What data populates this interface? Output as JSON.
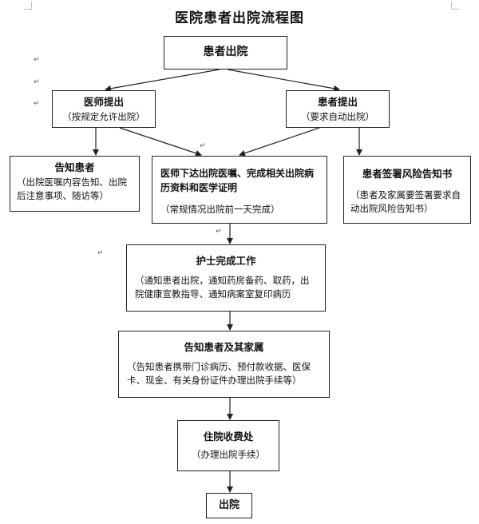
{
  "title": "医院患者出院流程图",
  "nodes": {
    "start": {
      "heading": "患者出院"
    },
    "doctor": {
      "heading": "医师提出",
      "note": "（按规定允许出院）"
    },
    "patient": {
      "heading": "患者提出",
      "note": "（要求自动出院）"
    },
    "inform_patient": {
      "heading": "告知患者",
      "note": "（出院医嘱内容告知、出院后注意事项、随访等）"
    },
    "orders": {
      "heading": "医师下达出院医嘱、完成相关出院病历资料和医学证明",
      "note": "（常规情况出院前一天完成）"
    },
    "risk": {
      "heading": "患者签署风险告知书",
      "note": "（患者及家属要签署要求自动出院风险告知书）"
    },
    "nurse": {
      "heading": "护士完成工作",
      "note": "（通知患者出院，通知药房备药、取药，出院健康宣教指导、通知病案室复印病历"
    },
    "family": {
      "heading": "告知患者及其家属",
      "note": "（告知患者携带门诊病历、预付款收据、医保卡、现金、有关身份证件办理出院手续等）"
    },
    "cashier": {
      "heading": "住院收费处",
      "note": "（办理出院手续）"
    },
    "end": {
      "heading": "出院"
    }
  },
  "marks": {
    "return_mark": "↵"
  },
  "colors": {
    "border": "#222222",
    "arrow": "#222222"
  }
}
